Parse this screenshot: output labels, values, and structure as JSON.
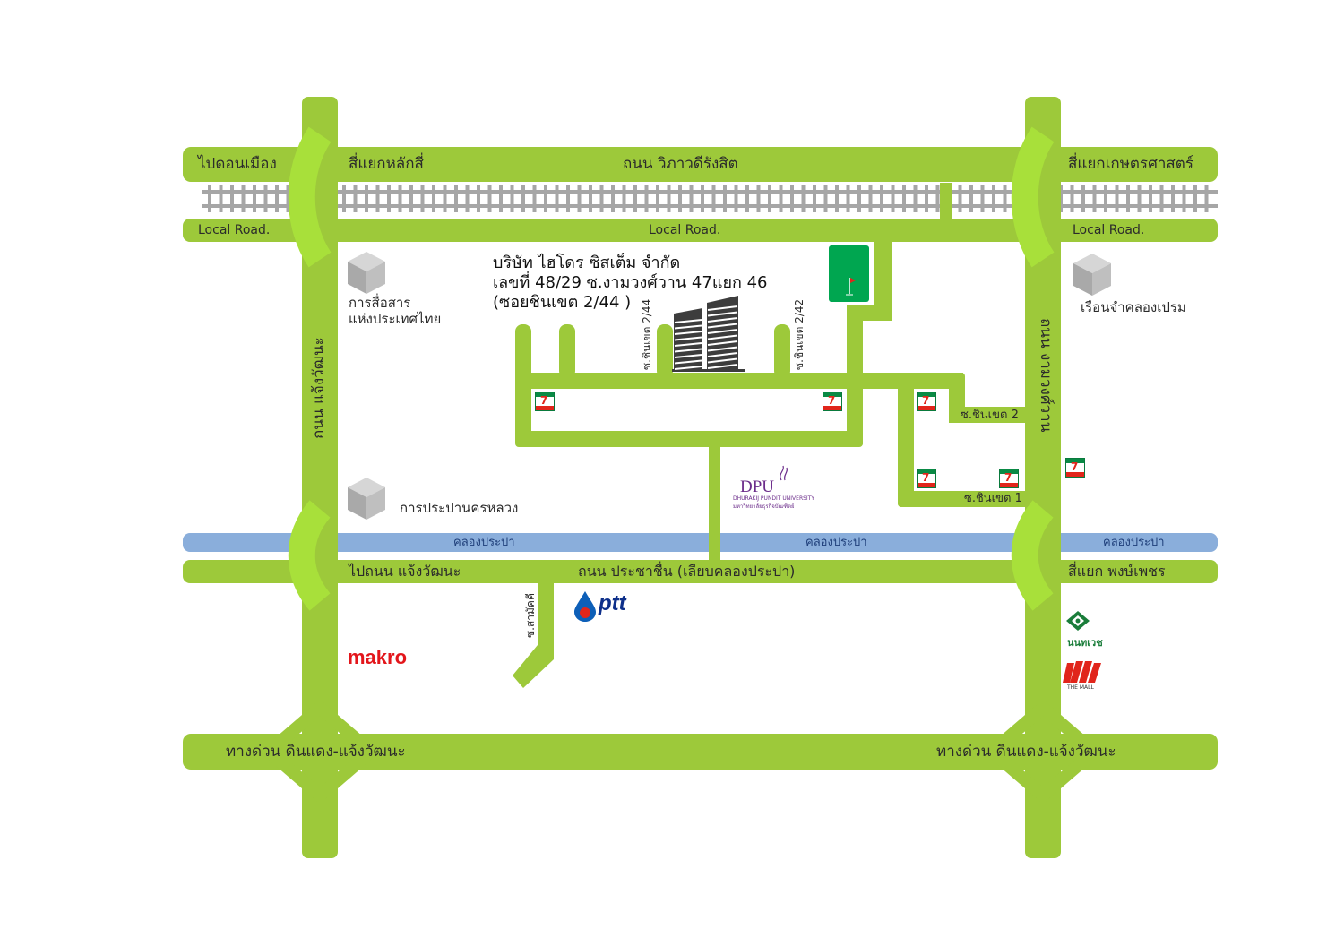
{
  "company": {
    "name": "บริษัท ไฮโดร ซิสเต็ม จำกัด",
    "address_line1": "เลขที่ 48/29 ซ.งามวงศ์วาน 47แยก 46",
    "address_line2": "(ซอยชินเขต 2/44 )"
  },
  "roads": {
    "to_don_mueang": "ไปดอนเมือง",
    "lak_si_junction": "สี่แยกหลักสี่",
    "vibhavadi": "ถนน วิภาวดีรังสิต",
    "kaset_junction": "สี่แยกเกษตรศาสตร์",
    "local_road_left": "Local Road.",
    "local_road_mid": "Local Road.",
    "local_road_right": "Local Road.",
    "chaeng_watthana": "ถนน แจ้งวัฒนะ",
    "ngam_wong_wan": "ถนน งามวงศ์วาน",
    "soi_chinnakhet_244": "ซ.ชินเขต 2/44",
    "soi_chinnakhet_242": "ซ.ชินเขต 2/42",
    "soi_chinnakhet_2": "ซ.ชินเขต 2",
    "soi_chinnakhet_1": "ซ.ชินเขต 1",
    "to_chaeng_watthana": "ไปถนน แจ้งวัฒนะ",
    "prachachuen": "ถนน ประชาชื่น (เลียบคลองประปา)",
    "phong_phet_junction": "สี่แยก พงษ์เพชร",
    "soi_samakkhi": "ซ.สามัคคี",
    "expressway_left": "ทางด่วน ดินแดง-แจ้งวัฒนะ",
    "expressway_right": "ทางด่วน ดินแดง-แจ้งวัฒนะ"
  },
  "canal": {
    "label_1": "คลองประปา",
    "label_2": "คลองประปา",
    "label_3": "คลองประปา"
  },
  "landmarks": {
    "cat_telecom_1": "การสื่อสาร",
    "cat_telecom_2": "แห่งประเทศไทย",
    "waterworks": "การประปานครหลวง",
    "klong_prem_prison": "เรือนจำคลองเปรม",
    "makro": "makro",
    "ptt": "ptt",
    "dpu": "DPU",
    "dpu_sub1": "DHURAKIJ PUNDIT UNIVERSITY",
    "dpu_sub2": "มหาวิทยาลัยธุรกิจบัณฑิตย์",
    "nonthavej": "นนทเวช",
    "the_mall": "THE MALL",
    "seven_eleven": "7"
  },
  "colors": {
    "road": "#9dc93a",
    "road_highlight": "#a8d93a",
    "canal": "#8aaedb",
    "rail": "#a6a6a6",
    "building": "#3d3d3d",
    "golf": "#00a650"
  }
}
